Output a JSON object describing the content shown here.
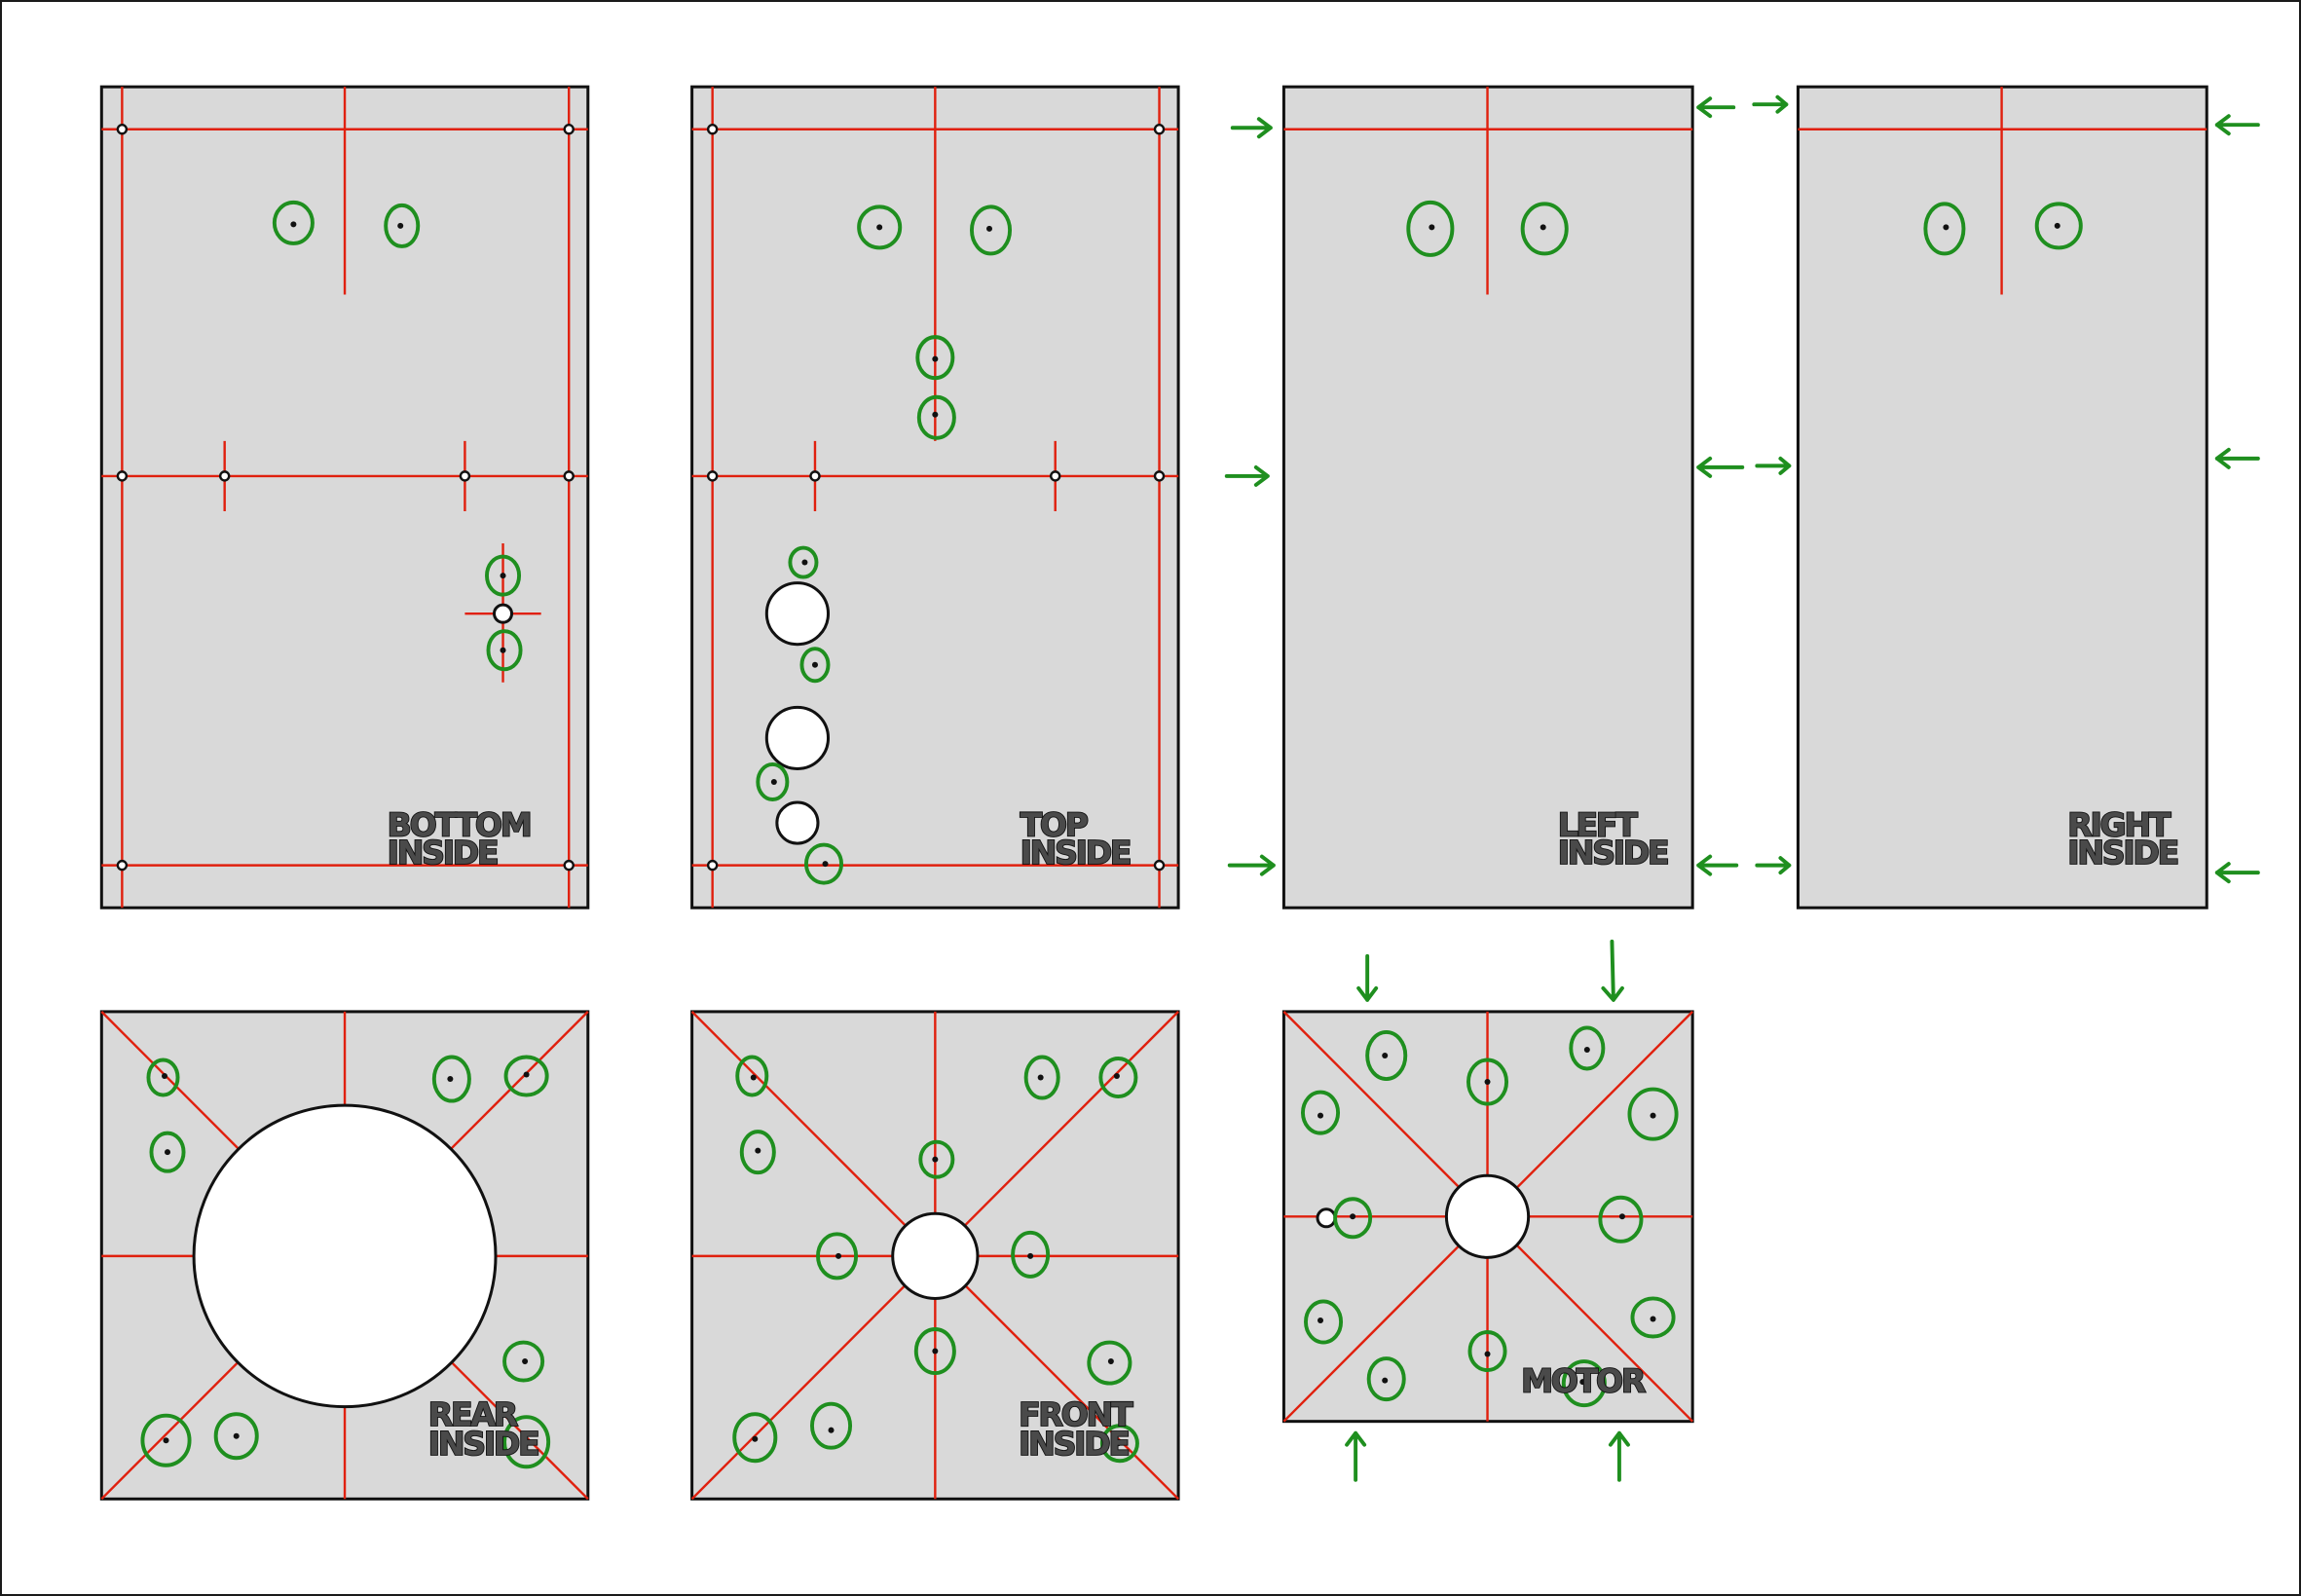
{
  "diagram": {
    "title": "",
    "colors": {
      "panel_fill": "#d9d9d9",
      "outline": "#111111",
      "guide_lines": "#e0200e",
      "annotation_green": "#1f8f1f",
      "label_text": "#4a4a4a"
    },
    "panels": [
      {
        "id": "bottom",
        "label_line1": "BOTTOM",
        "label_line2": "INSIDE"
      },
      {
        "id": "top",
        "label_line1": "TOP",
        "label_line2": "INSIDE"
      },
      {
        "id": "left",
        "label_line1": "LEFT",
        "label_line2": "INSIDE"
      },
      {
        "id": "right",
        "label_line1": "RIGHT",
        "label_line2": "INSIDE"
      },
      {
        "id": "rear",
        "label_line1": "REAR",
        "label_line2": "INSIDE"
      },
      {
        "id": "front",
        "label_line1": "FRONT",
        "label_line2": "INSIDE"
      },
      {
        "id": "motor",
        "label_line1": "MOTOR",
        "label_line2": ""
      }
    ]
  }
}
